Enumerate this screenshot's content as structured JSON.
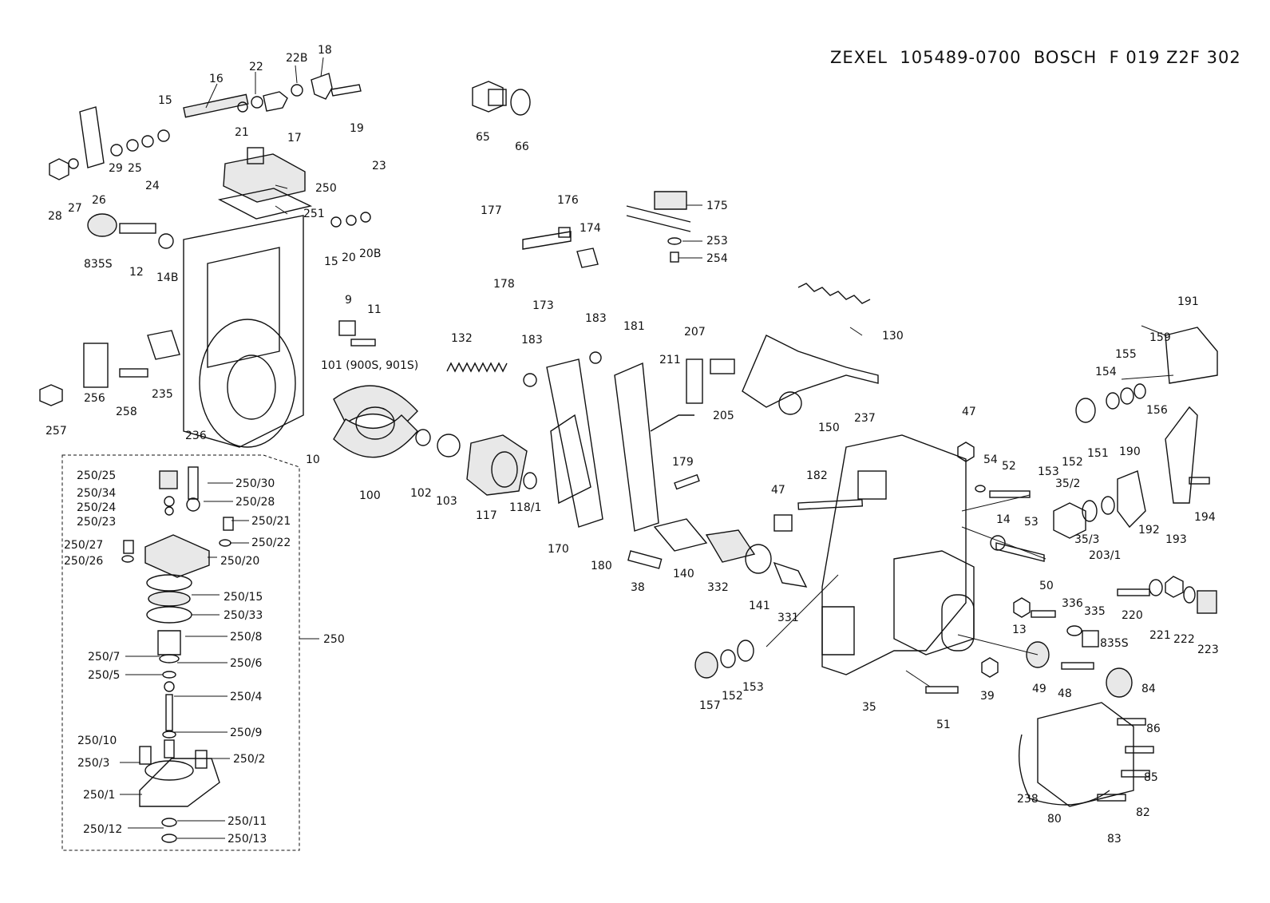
{
  "header": {
    "title": "ZEXEL  105489-0700  BOSCH  F 019 Z2F 302"
  },
  "callouts": [
    "16",
    "22",
    "22B",
    "18",
    "15",
    "21",
    "17",
    "19",
    "65",
    "66",
    "28",
    "27",
    "26",
    "29",
    "25",
    "24",
    "250",
    "23",
    "251",
    "835S",
    "12",
    "14B",
    "15",
    "20",
    "20B",
    "9",
    "11",
    "235",
    "236",
    "257",
    "256",
    "258",
    "101 (900S, 901S)",
    "10",
    "177",
    "176",
    "174",
    "178",
    "173",
    "175",
    "253",
    "254",
    "132",
    "183",
    "183",
    "181",
    "207",
    "211",
    "205",
    "130",
    "150",
    "100",
    "102",
    "103",
    "117",
    "118/1",
    "170",
    "180",
    "179",
    "38",
    "140",
    "332",
    "141",
    "331",
    "182",
    "47",
    "237",
    "47",
    "54",
    "52",
    "53",
    "14",
    "50",
    "35/2",
    "35/3",
    "203/1",
    "153",
    "152",
    "151",
    "154",
    "155",
    "156",
    "159",
    "191",
    "190",
    "192",
    "193",
    "194",
    "220",
    "221",
    "222",
    "223",
    "336",
    "335",
    "13",
    "835S",
    "49",
    "48",
    "84",
    "86",
    "85",
    "82",
    "83",
    "80",
    "238",
    "39",
    "51",
    "35",
    "157",
    "152",
    "153",
    "250/25",
    "250/30",
    "250/34",
    "250/24",
    "250/28",
    "250/23",
    "250/21",
    "250/27",
    "250/22",
    "250/26",
    "250/20",
    "250/15",
    "250/33",
    "250/8",
    "250/7",
    "250/6",
    "250/5",
    "250/4",
    "250/9",
    "250/10",
    "250/3",
    "250/2",
    "250/1",
    "250/11",
    "250/12",
    "250/13",
    "250"
  ]
}
